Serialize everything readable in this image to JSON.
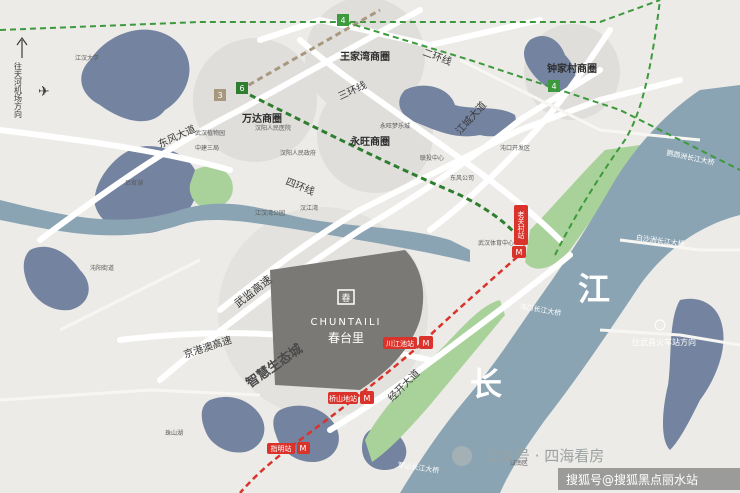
{
  "map": {
    "project": {
      "logo_glyph": "春",
      "name_en": "CHUNTAILI",
      "name_cn": "春台里"
    },
    "rivers": {
      "main": "长",
      "main2": "江"
    },
    "roads": {
      "east_wind": "东风大道",
      "wuhan_airport_hw": "武监高速",
      "jinggang": "京港澳高速",
      "jingkai": "经开大道",
      "jiangcheng": "江城大道",
      "ring2": "二环线",
      "ring3": "三环线",
      "ring4": "四环线",
      "zhihui": "智慧生态城"
    },
    "districts": {
      "wangjiawan": "王家湾商圈",
      "wanda": "万达商圈",
      "yongwang": "永旺商圈",
      "zhongjiacun": "钟家村商圈"
    },
    "directions": {
      "airport": "往天河机场方向",
      "wuchang_station": "往武昌火车站方向"
    },
    "stations": {
      "lingshan": "桥山地站",
      "chuanjiang": "川江池站",
      "laoguancun": "老关村站",
      "zhuanyang": "指明站"
    },
    "metro_lines": [
      "4",
      "6",
      "3",
      "4"
    ],
    "bridges": {
      "bridge1": "鹦鹉洲长江大桥",
      "bridge2": "白沙洲长江大桥",
      "bridge3": "沌口长江大桥",
      "bridge4": "军山长江大桥"
    },
    "watermark": {
      "account": "公众号 · 四海看房",
      "source": "搜狐号@搜狐黑点丽水站"
    },
    "small_labels": [
      "江汉大学",
      "中建三局",
      "沌口开发区",
      "汉阳人民医院",
      "汉江湾",
      "后官湖",
      "武汉植物园",
      "沌阳街道",
      "联投中心",
      "东风公司",
      "汉阳人民政府",
      "永旺梦乐城",
      "武汉体育中心",
      "汉南区",
      "江汉湾公园",
      "珠山湖"
    ],
    "colors": {
      "river": "#8aa4b3",
      "lake": "#7383a0",
      "green": "#a9d29a",
      "project": "#7b7976",
      "metro_red": "#d9332b",
      "metro_green": "#3c9a3c",
      "metro_tan": "#a89880"
    }
  }
}
